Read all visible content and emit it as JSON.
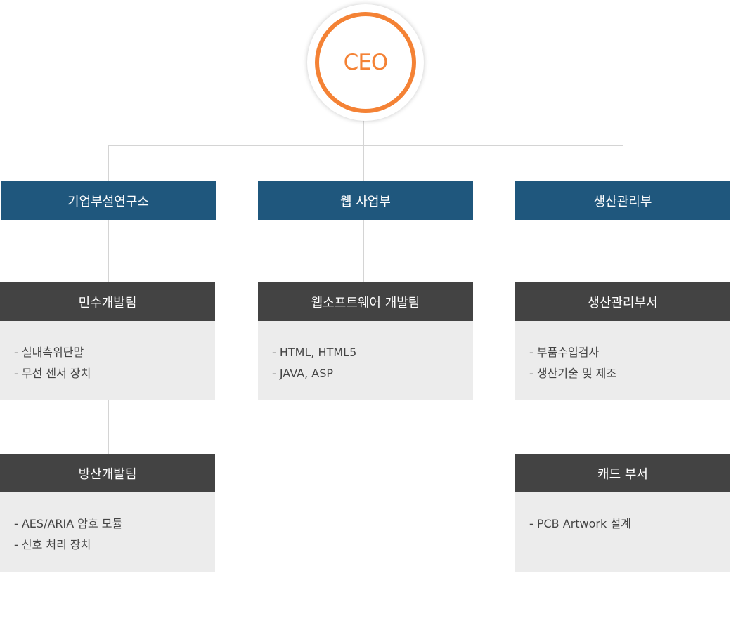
{
  "ceo": {
    "label": "CEO"
  },
  "departments": [
    {
      "name": "기업부설연구소",
      "teams": [
        {
          "name": "민수개발팀",
          "items": [
            "- 실내측위단말",
            "- 무선 센서 장치"
          ]
        },
        {
          "name": "방산개발팀",
          "items": [
            "- AES/ARIA 암호 모듈",
            "- 신호 처리 장치"
          ]
        }
      ]
    },
    {
      "name": "웹 사업부",
      "teams": [
        {
          "name": "웹소프트웨어 개발팀",
          "items": [
            "- HTML, HTML5",
            "- JAVA, ASP"
          ]
        }
      ]
    },
    {
      "name": "생산관리부",
      "teams": [
        {
          "name": "생산관리부서",
          "items": [
            "- 부품수입검사",
            "- 생산기술 및 제조"
          ]
        },
        {
          "name": "캐드 부서",
          "items": [
            "- PCB Artwork 설계"
          ]
        }
      ]
    }
  ],
  "colors": {
    "ceo_ring": "#f48235",
    "department_header": "#1f577d",
    "team_header": "#434343",
    "team_body": "#ececec",
    "connector": "#d4d4d4"
  }
}
